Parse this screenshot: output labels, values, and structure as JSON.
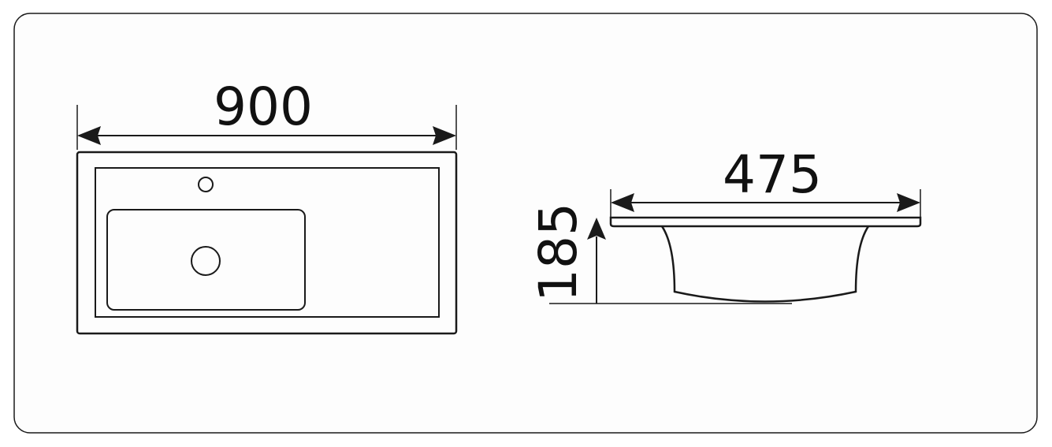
{
  "dimensions": {
    "top_view_width": "900",
    "side_view_depth": "475",
    "side_view_height": "185"
  },
  "colors": {
    "stroke": "#1a1a1a",
    "background": "#ffffff"
  }
}
